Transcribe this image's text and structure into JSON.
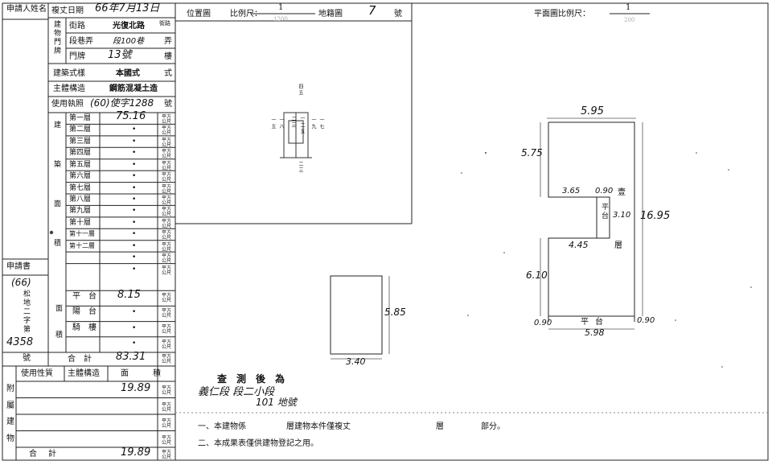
{
  "form": {
    "applicant_label": "申請人姓名",
    "date_label": "複丈日期",
    "date_value": "66年7月13日",
    "street_label": "街路",
    "street_value": "光復北路",
    "street_suffix": "街路",
    "doorplate_group": "建物門牌",
    "lane_label": "段巷弄",
    "lane_value": "段100巷",
    "lane_suffix": "弄",
    "number_label": "門牌",
    "number_value": "13號",
    "number_suffix": "樓",
    "style_label": "建築式樣",
    "style_value": "本國式",
    "style_suffix": "式",
    "structure_label": "主體構造",
    "structure_value": "鋼筋混凝土造",
    "permit_label": "使用執照",
    "permit_value": "(60)使字1288",
    "permit_suffix": "號",
    "floors_group": "建築面積",
    "unit": "平方公尺",
    "floors": [
      {
        "label": "第一層",
        "value": "75.16"
      },
      {
        "label": "第二層",
        "value": "•"
      },
      {
        "label": "第三層",
        "value": "•"
      },
      {
        "label": "第四層",
        "value": "•"
      },
      {
        "label": "第五層",
        "value": "•"
      },
      {
        "label": "第六層",
        "value": "•"
      },
      {
        "label": "第七層",
        "value": "•"
      },
      {
        "label": "第八層",
        "value": "•"
      },
      {
        "label": "第九層",
        "value": "•"
      },
      {
        "label": "第十層",
        "value": "•"
      },
      {
        "label": "第十一層",
        "value": "•"
      },
      {
        "label": "第十二層",
        "value": "•"
      },
      {
        "label": "",
        "value": "•"
      },
      {
        "label": "",
        "value": "•"
      }
    ],
    "extra_group": "面積",
    "extras": [
      {
        "label": "平台",
        "value": "8.15"
      },
      {
        "label": "陽台",
        "value": "•"
      },
      {
        "label": "騎樓",
        "value": "•"
      },
      {
        "label": "",
        "value": "•"
      }
    ],
    "total_label": "合計",
    "total_value": "83.31",
    "application_label": "申請書",
    "application_number_prefix": "(66)",
    "application_number_label": "松地二字第",
    "application_number_value": "4358",
    "application_number_suffix": "號",
    "annex_header": [
      "使用性質",
      "主體構造",
      "面積"
    ],
    "annex_labels": [
      "附",
      "屬",
      "建",
      "物"
    ],
    "annex_rows": [
      "19.89",
      "",
      "",
      ""
    ],
    "annex_total_label": "合計",
    "annex_total_value": "19.89"
  },
  "location": {
    "label": "位置圖",
    "scale_label": "比例尺：",
    "scale_num": "1",
    "scale_den": "1200",
    "map_label": "地籍圖",
    "map_number": "7",
    "map_suffix": "號",
    "sketch_labels": [
      "四五",
      "二三",
      "一二五",
      "一七",
      "一五",
      "一八",
      "一九",
      "二三"
    ]
  },
  "plan": {
    "label": "平面圖比例尺：",
    "scale_num": "1",
    "scale_den": "200",
    "dims": [
      "5.95",
      "5.75",
      "3.65",
      "0.90",
      "3.10",
      "16.95",
      "4.45",
      "6.10",
      "0.90",
      "5.98",
      "0.90",
      "5.85",
      "3.40"
    ],
    "room_labels": [
      "壹",
      "平台",
      "層",
      "平台"
    ]
  },
  "survey": {
    "title": "查測後為",
    "section": "義仁段 段二小段",
    "lot": "101 地號",
    "note1_a": "一、本建物係",
    "note1_b": "層建物本件僅複丈",
    "note1_c": "層",
    "note1_d": "部分。",
    "note2": "二、本成果表僅供建物登記之用。"
  }
}
